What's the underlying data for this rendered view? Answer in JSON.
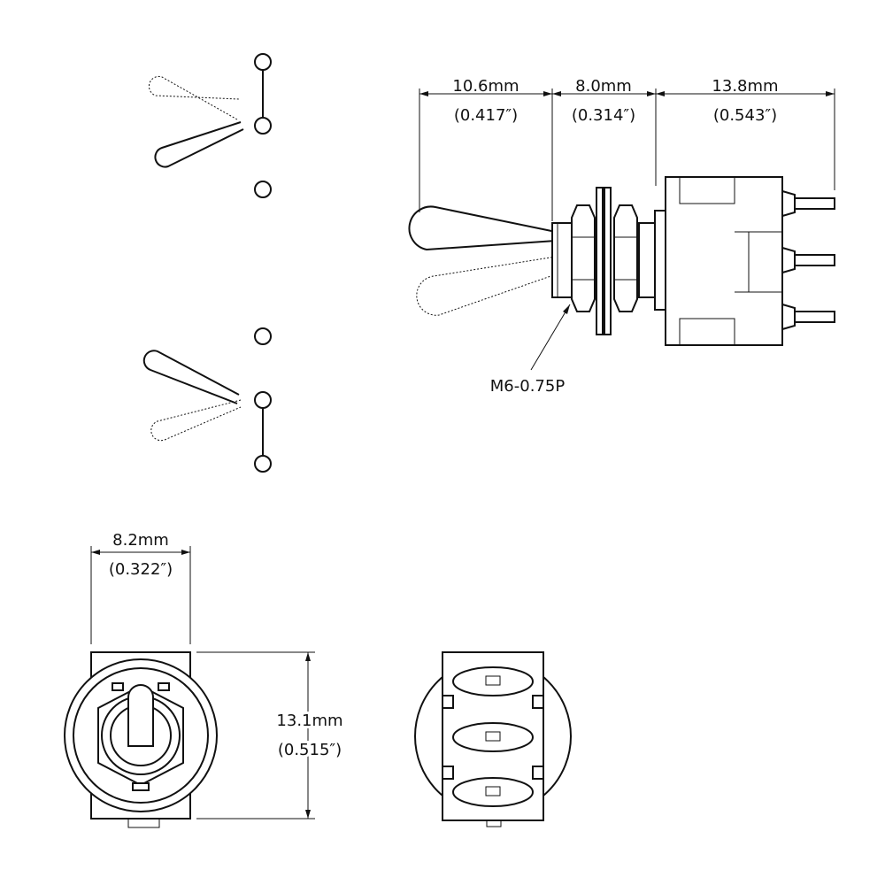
{
  "diagram": {
    "dimensions": {
      "lever_length": {
        "metric": "10.6mm",
        "imperial": "(0.417″)"
      },
      "bushing_length": {
        "metric": "8.0mm",
        "imperial": "(0.314″)"
      },
      "body_length": {
        "metric": "13.8mm",
        "imperial": "(0.543″)"
      },
      "body_width": {
        "metric": "8.2mm",
        "imperial": "(0.322″)"
      },
      "body_height": {
        "metric": "13.1mm",
        "imperial": "(0.515″)"
      }
    },
    "thread_label": "M6-0.75P",
    "line_color": "#111111",
    "background": "#ffffff"
  }
}
